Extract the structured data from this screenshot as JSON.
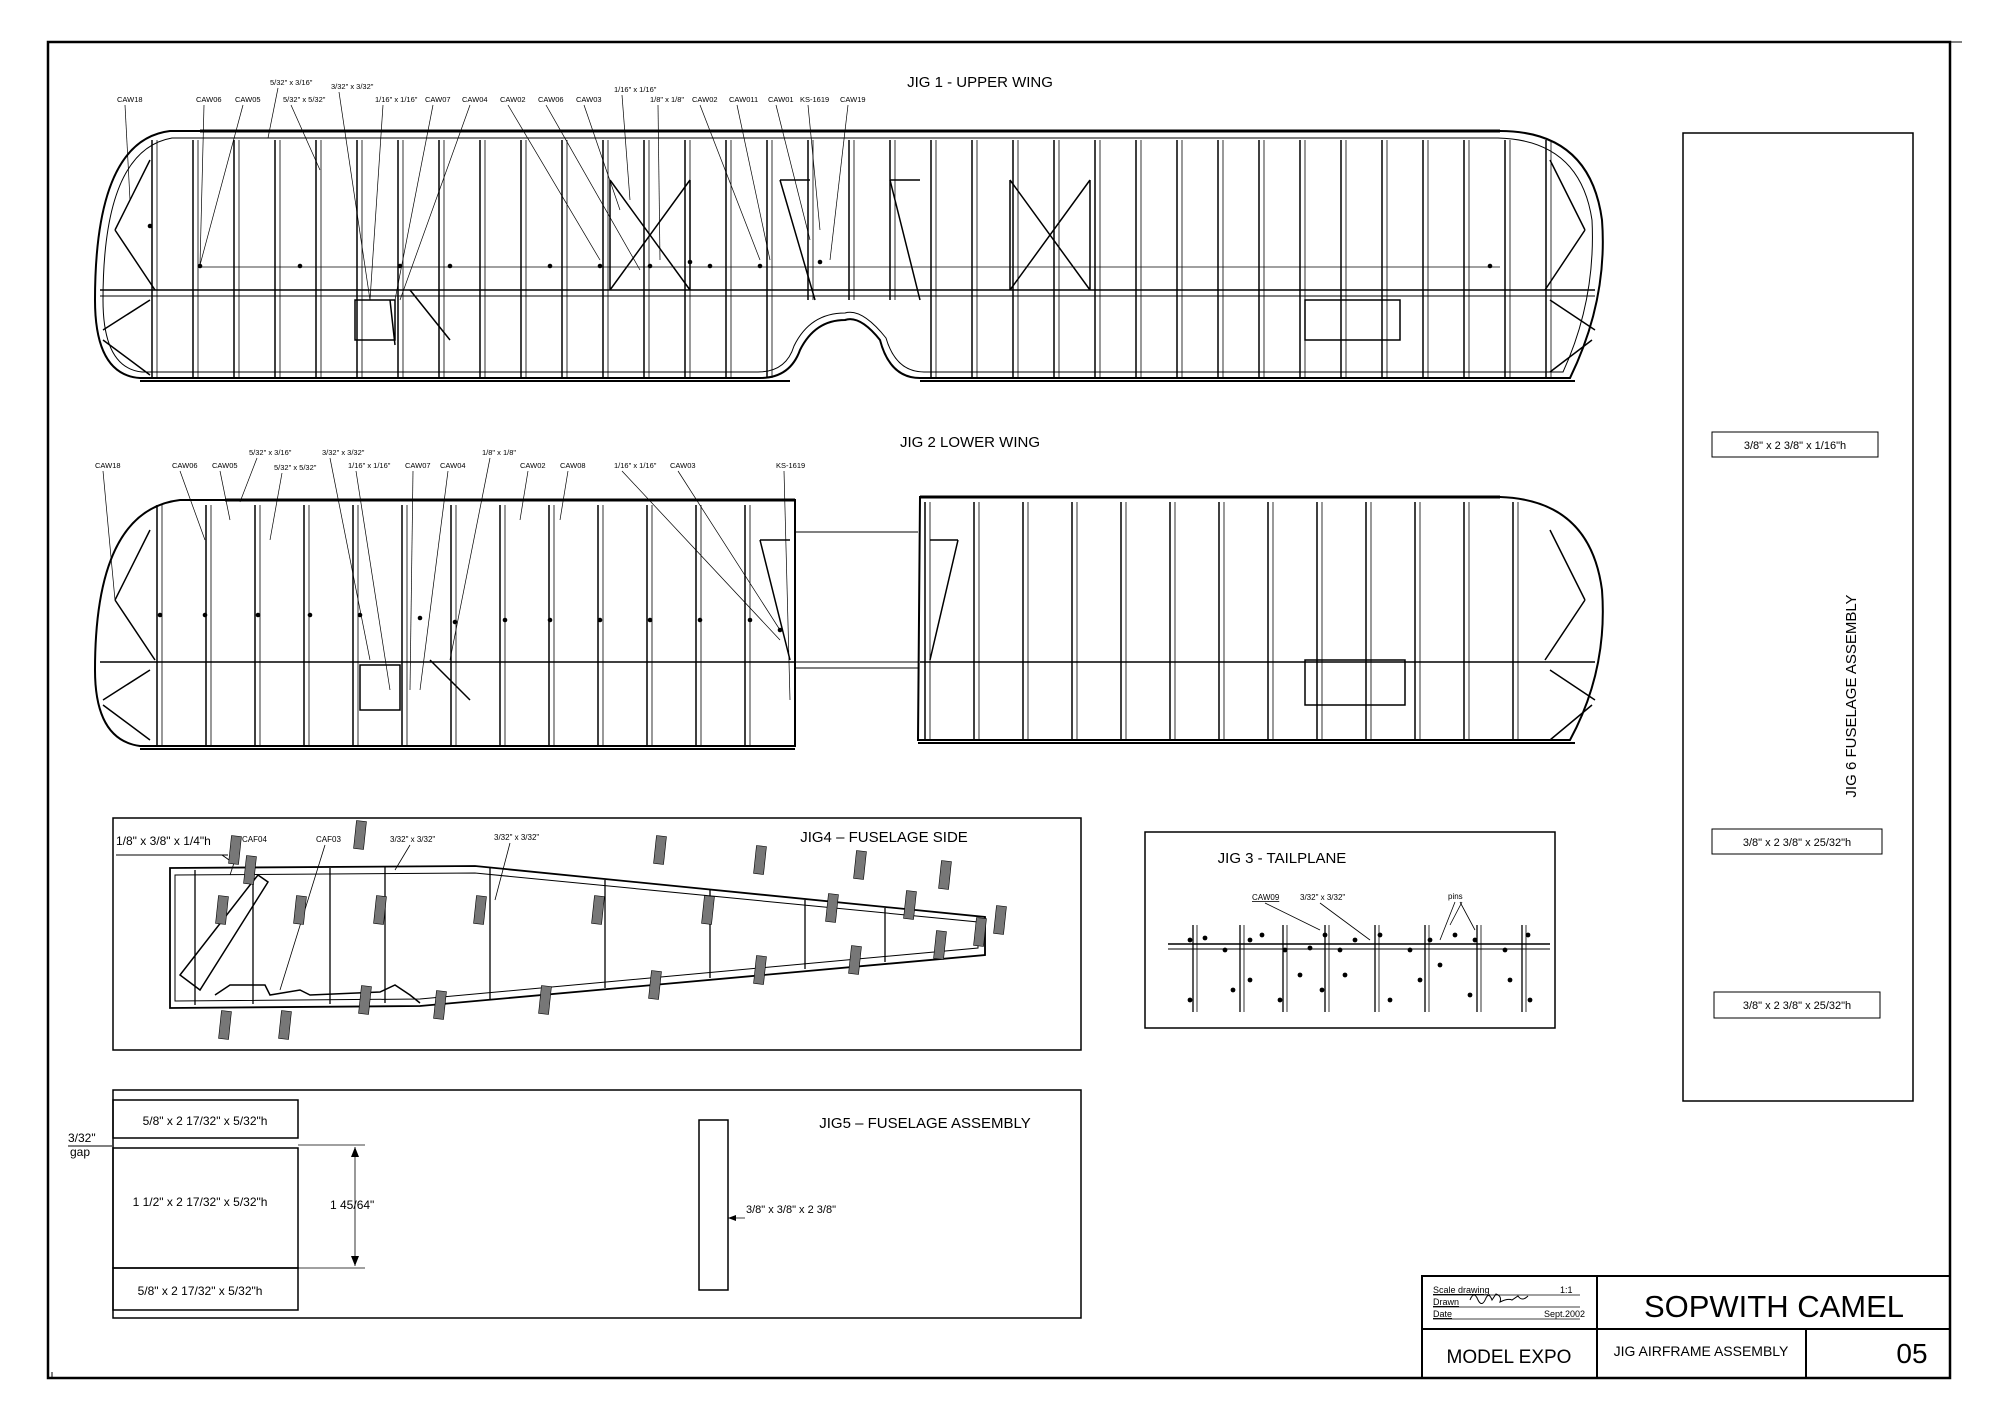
{
  "jig1": {
    "title": "JIG 1 - UPPER WING",
    "labels": [
      "CAW18",
      "CAW06",
      "CAW05",
      "5/32\" x 3/16\"",
      "5/32\" x 5/32\"",
      "3/32\" x 3/32\"",
      "1/16\" x 1/16\"",
      "CAW07",
      "CAW04",
      "CAW02",
      "CAW06",
      "CAW03",
      "1/16\" x 1/16\"",
      "1/8\" x 1/8\"",
      "CAW02",
      "CAW011",
      "CAW01",
      "KS-1619",
      "CAW19"
    ]
  },
  "jig2": {
    "title": "JIG 2   LOWER WING",
    "labels": [
      "CAW18",
      "CAW06",
      "CAW05",
      "5/32\" x 3/16\"",
      "5/32\" x 5/32\"",
      "3/32\" x 3/32\"",
      "1/16\" x 1/16\"",
      "CAW07",
      "CAW04",
      "1/8\" x 1/8\"",
      "CAW02",
      "CAW08",
      "1/16\" x 1/16\"",
      "CAW03",
      "KS-1619"
    ]
  },
  "jig4": {
    "title": "JIG4 – FUSELAGE  SIDE",
    "labels": [
      "1/8\" x 3/8\" x 1/4\"h",
      "CAF04",
      "CAF03",
      "3/32\" x 3/32\"",
      "3/32\" x 3/32\""
    ]
  },
  "jig3": {
    "title": "JIG 3 - TAILPLANE",
    "labels": [
      "CAW09",
      "3/32\" x 3/32\"",
      "pins"
    ]
  },
  "jig5": {
    "title": "JIG5 – FUSELAGE   ASSEMBLY",
    "gap": [
      "3/32\"",
      "gap"
    ],
    "blocks": [
      "5/8\" x 2 17/32\" x 5/32\"h",
      "1 1/2\" x 2 17/32\" x 5/32\"h",
      "5/8\" x 2 17/32\" x 5/32\"h"
    ],
    "dimension": "1 45/64\"",
    "bar": "3/8\" x 3/8\" x 2 3/8\""
  },
  "jig6": {
    "title": "JIG 6     FUSELAGE ASSEMBLY",
    "boxes": [
      "3/8\" x 2 3/8\" x 1/16\"h",
      "3/8\" x 2 3/8\" x 25/32\"h",
      "3/8\" x 2 3/8\" x 25/32\"h"
    ]
  },
  "titleblock": {
    "scale_label": "Scale drawing",
    "scale_value": "1:1",
    "drawn_label": "Drawn",
    "date_label": "Date",
    "date_value": "Sept.2002",
    "company": "MODEL EXPO",
    "title": "SOPWITH CAMEL",
    "subtitle": "JIG AIRFRAME ASSEMBLY",
    "sheet": "05"
  }
}
